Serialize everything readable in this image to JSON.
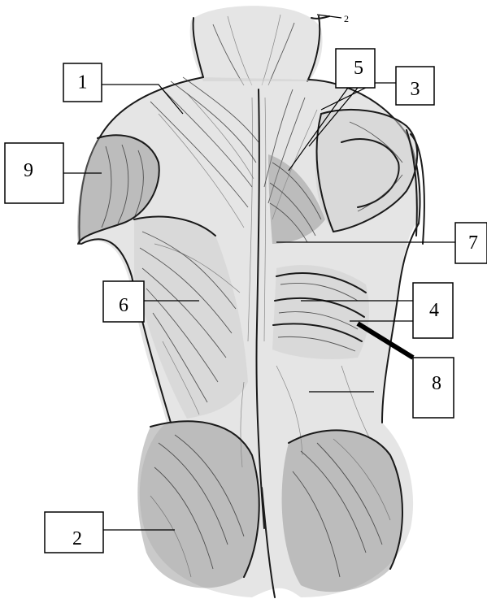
{
  "figure": {
    "labels": [
      {
        "id": "1",
        "text": "1"
      },
      {
        "id": "2",
        "text": "2"
      },
      {
        "id": "3",
        "text": "3"
      },
      {
        "id": "4",
        "text": "4"
      },
      {
        "id": "5",
        "text": "5"
      },
      {
        "id": "6",
        "text": "6"
      },
      {
        "id": "7",
        "text": "7"
      },
      {
        "id": "8",
        "text": "8"
      },
      {
        "id": "9",
        "text": "9"
      }
    ],
    "neck_marker": "2"
  }
}
